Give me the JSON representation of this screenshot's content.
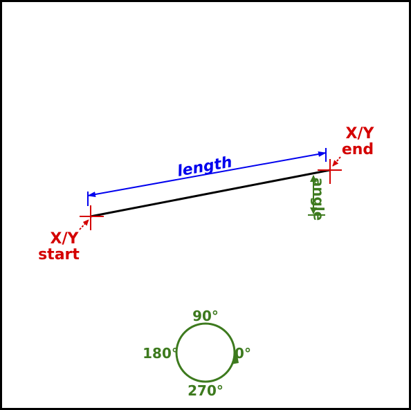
{
  "labels": {
    "start_xy": "X/Y",
    "start_word": "start",
    "end_xy": "X/Y",
    "end_word": "end",
    "length": "length",
    "angle": "angle"
  },
  "compass": {
    "top": "90°",
    "left": "180°",
    "right": "0°",
    "bottom": "270°"
  },
  "colors": {
    "point": "#d40000",
    "length": "#0000ee",
    "angle": "#3d7a1e",
    "line": "#000000"
  }
}
